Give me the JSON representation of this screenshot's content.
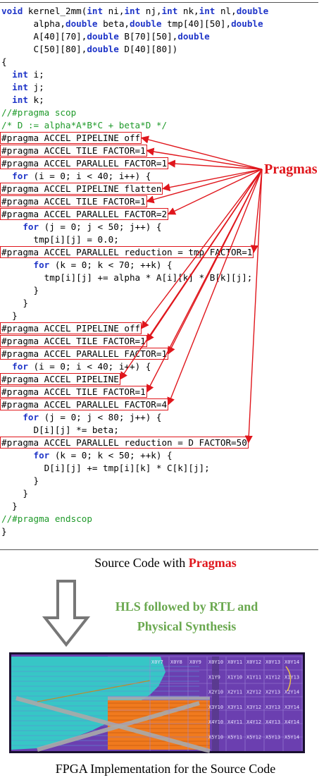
{
  "code": {
    "lines": [
      {
        "segments": [
          [
            "kw",
            "void"
          ],
          [
            "pl",
            " kernel_2mm("
          ],
          [
            "kw",
            "int"
          ],
          [
            "pl",
            " ni,"
          ],
          [
            "kw",
            "int"
          ],
          [
            "pl",
            " nj,"
          ],
          [
            "kw",
            "int"
          ],
          [
            "pl",
            " nk,"
          ],
          [
            "kw",
            "int"
          ],
          [
            "pl",
            " nl,"
          ],
          [
            "kw",
            "double"
          ]
        ]
      },
      {
        "segments": [
          [
            "pl",
            "      alpha,"
          ],
          [
            "kw",
            "double"
          ],
          [
            "pl",
            " beta,"
          ],
          [
            "kw",
            "double"
          ],
          [
            "pl",
            " tmp[40][50],"
          ],
          [
            "kw",
            "double"
          ]
        ]
      },
      {
        "segments": [
          [
            "pl",
            "      A[40][70],"
          ],
          [
            "kw",
            "double"
          ],
          [
            "pl",
            " B[70][50],"
          ],
          [
            "kw",
            "double"
          ]
        ]
      },
      {
        "segments": [
          [
            "pl",
            "      C[50][80],"
          ],
          [
            "kw",
            "double"
          ],
          [
            "pl",
            " D[40][80])"
          ]
        ]
      },
      {
        "segments": [
          [
            "pl",
            "{"
          ]
        ]
      },
      {
        "segments": [
          [
            "pl",
            "  "
          ],
          [
            "kw",
            "int"
          ],
          [
            "pl",
            " i;"
          ]
        ]
      },
      {
        "segments": [
          [
            "pl",
            "  "
          ],
          [
            "kw",
            "int"
          ],
          [
            "pl",
            " j;"
          ]
        ]
      },
      {
        "segments": [
          [
            "pl",
            "  "
          ],
          [
            "kw",
            "int"
          ],
          [
            "pl",
            " k;"
          ]
        ]
      },
      {
        "segments": [
          [
            "cm",
            "//#pragma scop"
          ]
        ]
      },
      {
        "segments": [
          [
            "cm",
            "/* D := alpha*A*B*C + beta*D */"
          ]
        ]
      },
      {
        "segments": [
          [
            "pr",
            "#pragma ACCEL PIPELINE off"
          ]
        ]
      },
      {
        "segments": [
          [
            "pr",
            "#pragma ACCEL TILE FACTOR=1"
          ]
        ]
      },
      {
        "segments": [
          [
            "pr",
            "#pragma ACCEL PARALLEL FACTOR=1"
          ]
        ]
      },
      {
        "segments": [
          [
            "pl",
            "  "
          ],
          [
            "kw",
            "for"
          ],
          [
            "pl",
            " (i = 0; i < 40; i++) {"
          ]
        ]
      },
      {
        "segments": [
          [
            "pr",
            "#pragma ACCEL PIPELINE flatten"
          ]
        ]
      },
      {
        "segments": [
          [
            "pr",
            "#pragma ACCEL TILE FACTOR=1"
          ]
        ]
      },
      {
        "segments": [
          [
            "pr",
            "#pragma ACCEL PARALLEL FACTOR=2"
          ]
        ]
      },
      {
        "segments": [
          [
            "pl",
            "    "
          ],
          [
            "kw",
            "for"
          ],
          [
            "pl",
            " (j = 0; j < 50; j++) {"
          ]
        ]
      },
      {
        "segments": [
          [
            "pl",
            "      tmp[i][j] = 0.0;"
          ]
        ]
      },
      {
        "segments": [
          [
            "pr",
            "#pragma ACCEL PARALLEL reduction = tmp FACTOR=1"
          ]
        ]
      },
      {
        "segments": [
          [
            "pl",
            "      "
          ],
          [
            "kw",
            "for"
          ],
          [
            "pl",
            " (k = 0; k < 70; ++k) {"
          ]
        ]
      },
      {
        "segments": [
          [
            "pl",
            "        tmp[i][j] += alpha * A[i][k] * B[k][j];"
          ]
        ]
      },
      {
        "segments": [
          [
            "pl",
            "      }"
          ]
        ]
      },
      {
        "segments": [
          [
            "pl",
            "    }"
          ]
        ]
      },
      {
        "segments": [
          [
            "pl",
            "  }"
          ]
        ]
      },
      {
        "segments": [
          [
            "pr",
            "#pragma ACCEL PIPELINE off"
          ]
        ]
      },
      {
        "segments": [
          [
            "pr",
            "#pragma ACCEL TILE FACTOR=1"
          ]
        ]
      },
      {
        "segments": [
          [
            "pr",
            "#pragma ACCEL PARALLEL FACTOR=1"
          ]
        ]
      },
      {
        "segments": [
          [
            "pl",
            "  "
          ],
          [
            "kw",
            "for"
          ],
          [
            "pl",
            " (i = 0; i < 40; i++) {"
          ]
        ]
      },
      {
        "segments": [
          [
            "pr",
            "#pragma ACCEL PIPELINE"
          ]
        ]
      },
      {
        "segments": [
          [
            "pr",
            "#pragma ACCEL TILE FACTOR=1"
          ]
        ]
      },
      {
        "segments": [
          [
            "pr",
            "#pragma ACCEL PARALLEL FACTOR=4"
          ]
        ]
      },
      {
        "segments": [
          [
            "pl",
            "    "
          ],
          [
            "kw",
            "for"
          ],
          [
            "pl",
            " (j = 0; j < 80; j++) {"
          ]
        ]
      },
      {
        "segments": [
          [
            "pl",
            "      D[i][j] *= beta;"
          ]
        ]
      },
      {
        "segments": [
          [
            "pr",
            "#pragma ACCEL PARALLEL reduction = D FACTOR=50"
          ]
        ]
      },
      {
        "segments": [
          [
            "pl",
            "      "
          ],
          [
            "kw",
            "for"
          ],
          [
            "pl",
            " (k = 0; k < 50; ++k) {"
          ]
        ]
      },
      {
        "segments": [
          [
            "pl",
            "        D[i][j] += tmp[i][k] * C[k][j];"
          ]
        ]
      },
      {
        "segments": [
          [
            "pl",
            "      }"
          ]
        ]
      },
      {
        "segments": [
          [
            "pl",
            "    }"
          ]
        ]
      },
      {
        "segments": [
          [
            "pl",
            "  }"
          ]
        ]
      },
      {
        "segments": [
          [
            "cm",
            "//#pragma endscop"
          ]
        ]
      },
      {
        "segments": [
          [
            "pl",
            "}"
          ]
        ]
      }
    ]
  },
  "pragmas_label": "Pragmas",
  "caption_source_prefix": "Source Code with ",
  "caption_source_highlight": "Pragmas",
  "hls_line1": "HLS followed by RTL and",
  "hls_line2": "Physical Synthesis",
  "fpga_caption": "FPGA Implementation for the Source Code",
  "fpga_tiles": [
    [
      "X0Y7",
      "X0Y8",
      "X0Y9",
      "X0Y10",
      "X0Y11",
      "X0Y12",
      "X0Y13",
      "X0Y14"
    ],
    [
      "X1Y9",
      "X1Y10",
      "X1Y11",
      "X1Y12",
      "X1Y13"
    ],
    [
      "X2Y10",
      "X2Y11",
      "X2Y12",
      "X2Y13",
      "X2Y14"
    ],
    [
      "X3Y10",
      "X3Y11",
      "X3Y12",
      "X3Y13",
      "X3Y14"
    ],
    [
      "X4Y10",
      "X4Y11",
      "X4Y12",
      "X4Y13",
      "X4Y14"
    ],
    [
      "X5Y10",
      "X5Y11",
      "X5Y12",
      "X5Y13",
      "X5Y14"
    ]
  ],
  "colors": {
    "keyword": "#1f35c8",
    "comment": "#1f9a2a",
    "pragma_box": "#e0161c",
    "hls_text": "#6aa84f",
    "fpga_bg": "#6b3fb0",
    "fpga_cyan": "#37c6c6",
    "fpga_orange": "#f07a1e"
  }
}
